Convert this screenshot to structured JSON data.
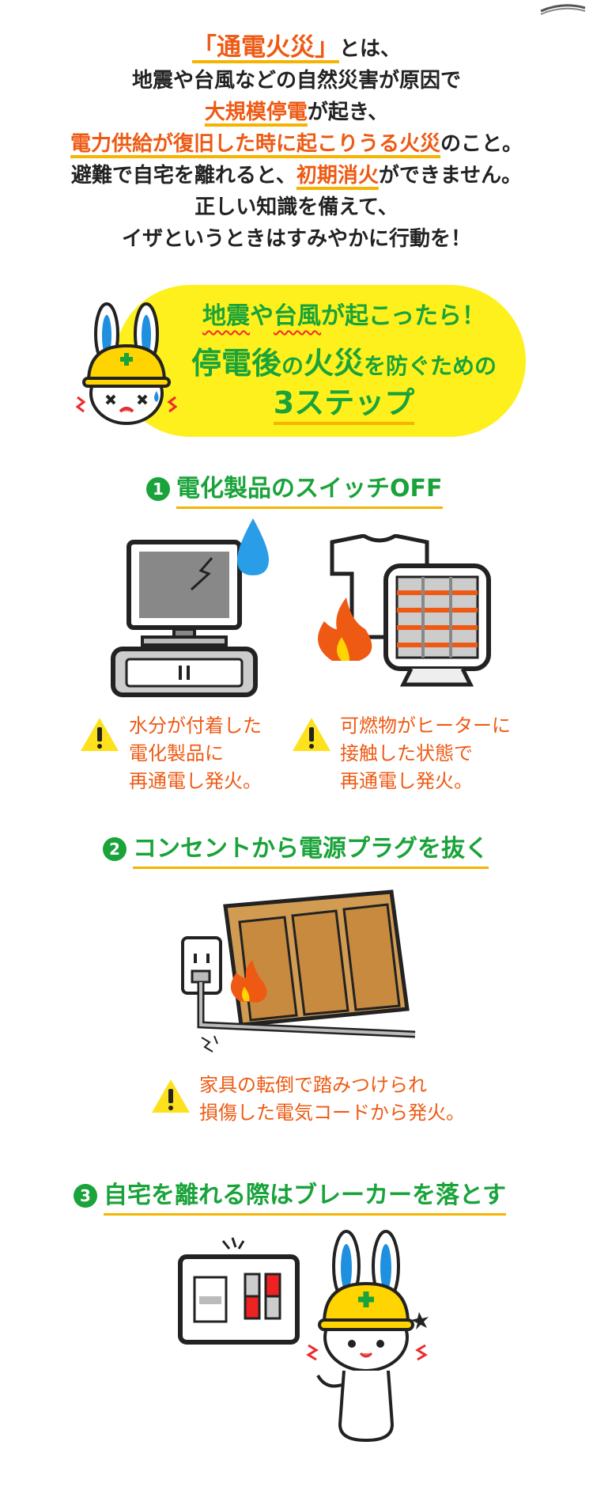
{
  "intro": {
    "line1_highlight": "「通電火災」",
    "line1_rest": "とは、",
    "line2": "地震や台風などの自然災害が原因で",
    "line3_highlight": "大規模停電",
    "line3_rest": "が起き、",
    "line4_highlight": "電力供給が復旧した時に起こりうる火災",
    "line4_rest": "のこと。",
    "line5_a": "避難で自宅を離れると、",
    "line5_highlight": "初期消火",
    "line5_b": "ができません。",
    "line6": "正しい知識を備えて、",
    "line7": "イザというときはすみやかに行動を！"
  },
  "banner": {
    "w1": "地震",
    "w2": "や",
    "w3": "台風",
    "w4": "が起こったら！",
    "l2_a": "停電後",
    "l2_b": "の",
    "l2_c": "火災",
    "l2_d": "を防ぐための",
    "l3": "3ステップ"
  },
  "steps": [
    {
      "number": "1",
      "title": "電化製品のスイッチOFF",
      "warnings": [
        [
          "水分が付着した",
          "電化製品に",
          "再通電し発火。"
        ],
        [
          "可燃物がヒーターに",
          "接触した状態で",
          "再通電し発火。"
        ]
      ]
    },
    {
      "number": "2",
      "title": "コンセントから電源プラグを抜く",
      "warnings": [
        [
          "家具の転倒で踏みつけられ",
          "損傷した電気コードから発火。"
        ]
      ]
    },
    {
      "number": "3",
      "title": "自宅を離れる際はブレーカーを落とす"
    }
  ],
  "colors": {
    "accent_orange": "#ee5a14",
    "accent_green": "#19a33a",
    "banner_yellow": "#fdf01d",
    "underline_yellow": "#f4b400",
    "warning_yellow": "#fde11d"
  }
}
